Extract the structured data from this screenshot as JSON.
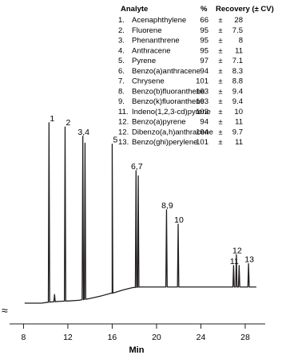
{
  "legend_table": {
    "header": {
      "analyte": "Analyte",
      "percent": "%",
      "recovery": "Recovery (± CV)"
    },
    "rows": [
      {
        "num": "1.",
        "name": "Acenaphthylene",
        "recovery": "66",
        "pm": "±",
        "cv": "28"
      },
      {
        "num": "2.",
        "name": "Fluorene",
        "recovery": "95",
        "pm": "±",
        "cv": "7.5"
      },
      {
        "num": "3.",
        "name": "Phenanthrene",
        "recovery": "95",
        "pm": "±",
        "cv": "8"
      },
      {
        "num": "4.",
        "name": "Anthracene",
        "recovery": "95",
        "pm": "±",
        "cv": "11"
      },
      {
        "num": "5.",
        "name": "Pyrene",
        "recovery": "97",
        "pm": "±",
        "cv": "7.1"
      },
      {
        "num": "6.",
        "name": "Benzo(a)anthracene",
        "recovery": "94",
        "pm": "±",
        "cv": "8.3"
      },
      {
        "num": "7.",
        "name": "Chrysene",
        "recovery": "101",
        "pm": "±",
        "cv": "8.8"
      },
      {
        "num": "8.",
        "name": "Benzo(b)fluoranthene",
        "recovery": "103",
        "pm": "±",
        "cv": "9.4"
      },
      {
        "num": "9.",
        "name": "Benzo(k)fluoranthene",
        "recovery": "103",
        "pm": "±",
        "cv": "9.4"
      },
      {
        "num": "11.",
        "name": "Indeno(1,2,3-cd)pyrene",
        "recovery": "102",
        "pm": "±",
        "cv": "10"
      },
      {
        "num": "12.",
        "name": "Benzo(a)pyrene",
        "recovery": "94",
        "pm": "±",
        "cv": "11"
      },
      {
        "num": "12.",
        "name": "Dibenzo(a,h)anthracene",
        "recovery": "104",
        "pm": "±",
        "cv": "9.7"
      },
      {
        "num": "13.",
        "name": "Benzo(ghi)perylene",
        "recovery": "101",
        "pm": "±",
        "cv": "11"
      }
    ]
  },
  "colors": {
    "trace": "#231f20",
    "axis": "#231f20"
  },
  "chart_data": {
    "type": "line",
    "xlabel": "Min",
    "ylabel": "",
    "xlim": [
      6.6,
      29.3
    ],
    "ylim": [
      0,
      100
    ],
    "x_ticks": [
      8,
      12,
      16,
      20,
      24,
      28
    ],
    "axis_break_symbol": "≈",
    "baseline": [
      {
        "x": 9.6,
        "y": 0.0
      },
      {
        "x": 10.4,
        "y": 0.6
      },
      {
        "x": 11.2,
        "y": 1.0
      },
      {
        "x": 12.0,
        "y": 1.2
      },
      {
        "x": 13.0,
        "y": 1.6
      },
      {
        "x": 14.0,
        "y": 2.6
      },
      {
        "x": 15.0,
        "y": 4.0
      },
      {
        "x": 16.0,
        "y": 5.6
      },
      {
        "x": 17.0,
        "y": 7.4
      },
      {
        "x": 17.8,
        "y": 8.6
      },
      {
        "x": 18.5,
        "y": 9.0
      },
      {
        "x": 29.0,
        "y": 9.0
      }
    ],
    "peaks": [
      {
        "label": "1",
        "x": 10.3,
        "height": 100
      },
      {
        "label": "",
        "x": 10.8,
        "height": 4
      },
      {
        "label": "2",
        "x": 11.75,
        "height": 97
      },
      {
        "label": "3,4",
        "x": 13.35,
        "height": 91
      },
      {
        "label": "",
        "x": 13.55,
        "height": 87
      },
      {
        "label": "5",
        "x": 16.0,
        "height": 83
      },
      {
        "label": "6,7",
        "x": 18.15,
        "height": 65
      },
      {
        "label": "",
        "x": 18.35,
        "height": 62
      },
      {
        "label": "8,9",
        "x": 20.9,
        "height": 43
      },
      {
        "label": "10",
        "x": 21.95,
        "height": 35
      },
      {
        "label": "11",
        "x": 26.95,
        "height": 12
      },
      {
        "label": "12",
        "x": 27.2,
        "height": 18
      },
      {
        "label": "",
        "x": 27.45,
        "height": 12
      },
      {
        "label": "13",
        "x": 28.3,
        "height": 13
      }
    ]
  }
}
